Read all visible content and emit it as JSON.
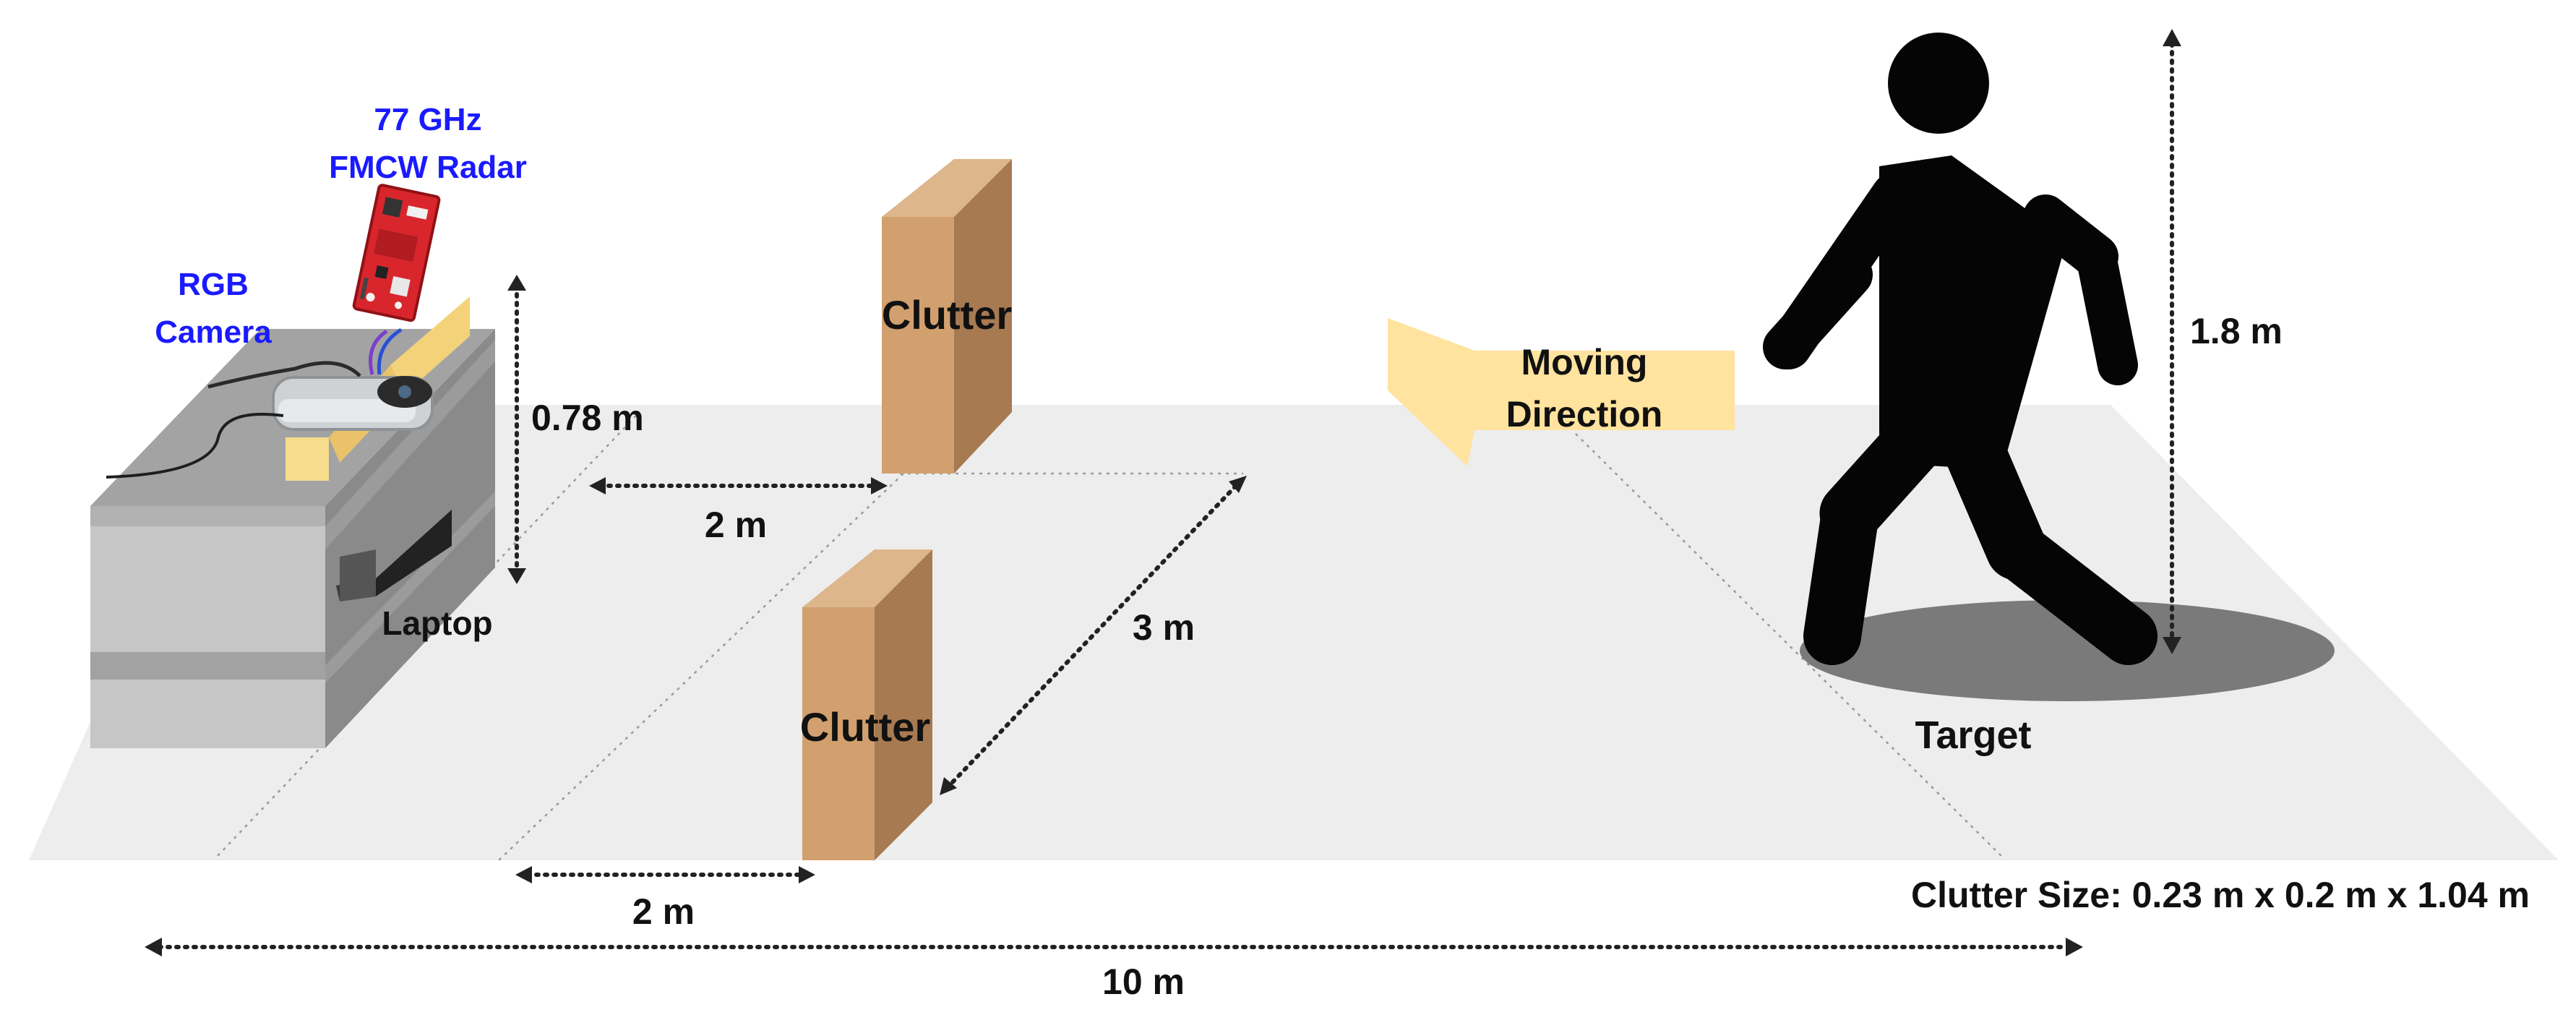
{
  "labels": {
    "radar_line1": "77 GHz",
    "radar_line2": "FMCW Radar",
    "camera_line1": "RGB",
    "camera_line2": "Camera",
    "laptop": "Laptop",
    "sensor_height": "0.78 m",
    "clutter_top": "Clutter",
    "clutter_bottom": "Clutter",
    "gap_top": "2 m",
    "gap_bottom": "2 m",
    "clutter_separation": "3 m",
    "moving_line1": "Moving",
    "moving_line2": "Direction",
    "person_height": "1.8 m",
    "target": "Target",
    "clutter_size": "Clutter Size: 0.23 m x 0.2 m x 1.04 m",
    "total_length": "10 m"
  },
  "colors": {
    "floor": "#ededed",
    "clutter_front": "#d2a06e",
    "clutter_side": "#a77a52",
    "clutter_top": "#ddb68b",
    "table": "#c4c4c4",
    "arrow_fill": "#ffe39e",
    "person": "#050505",
    "shadow": "#7a7a7a",
    "blue_label": "#1a1aff",
    "radar_board": "#d8262c"
  },
  "icons": [
    "person-icon",
    "moving-arrow-icon",
    "radar-board-icon",
    "camera-icon",
    "laptop-icon"
  ]
}
